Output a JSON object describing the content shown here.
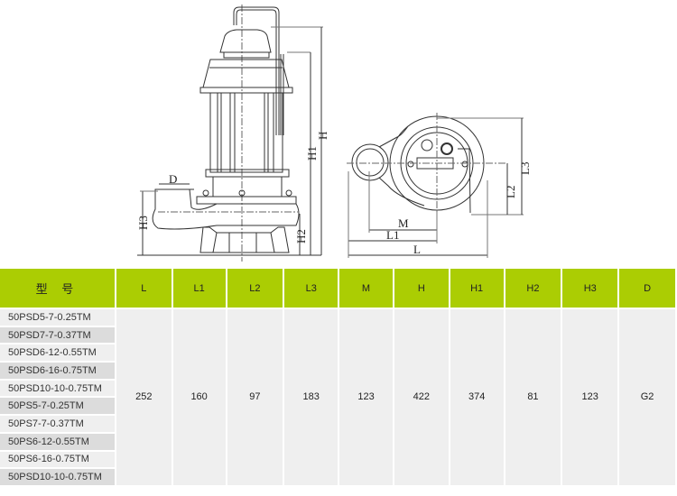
{
  "drawing": {
    "side_view_labels": {
      "D": "D",
      "H": "H",
      "H1": "H1",
      "H2": "H2",
      "H3": "H3"
    },
    "top_view_labels": {
      "L": "L",
      "L1": "L1",
      "L2": "L2",
      "L3": "L3",
      "M": "M"
    }
  },
  "table": {
    "header_color": "#abcd03",
    "columns": [
      "型 号",
      "L",
      "L1",
      "L2",
      "L3",
      "M",
      "H",
      "H1",
      "H2",
      "H3",
      "D"
    ],
    "models": [
      "50PSD5-7-0.25TM",
      "50PSD7-7-0.37TM",
      "50PSD6-12-0.55TM",
      "50PSD6-16-0.75TM",
      "50PSD10-10-0.75TM",
      "50PS5-7-0.25TM",
      "50PS7-7-0.37TM",
      "50PS6-12-0.55TM",
      "50PS6-16-0.75TM",
      "50PSD10-10-0.75TM"
    ],
    "values": {
      "L": "252",
      "L1": "160",
      "L2": "97",
      "L3": "183",
      "M": "123",
      "H": "422",
      "H1": "374",
      "H2": "81",
      "H3": "123",
      "D": "G2"
    }
  }
}
